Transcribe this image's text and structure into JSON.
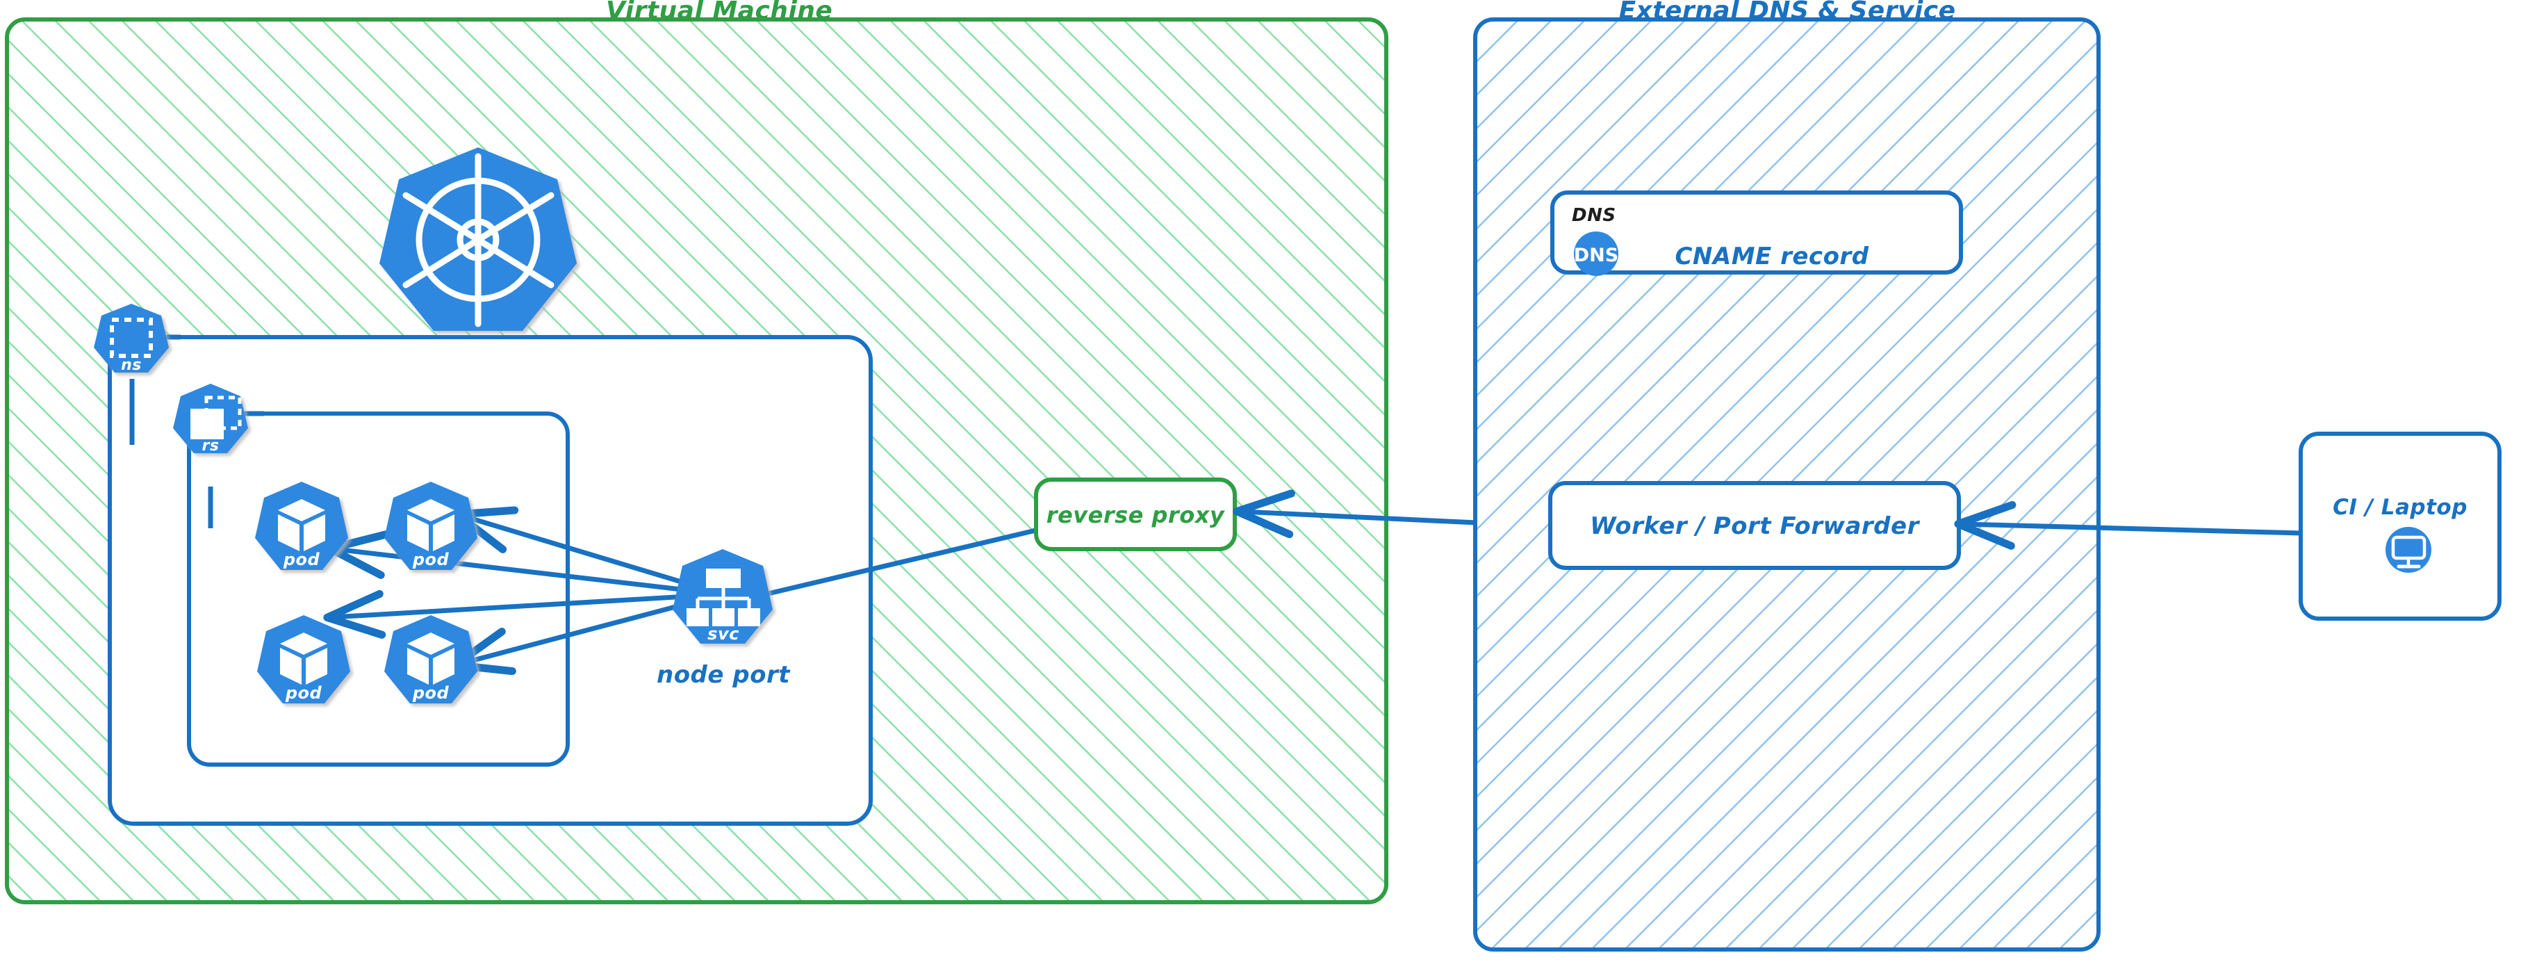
{
  "diagram": {
    "title_left": "Virtual Machine",
    "title_right": "External DNS & Service",
    "colors": {
      "green": "#2f9e44",
      "green_hatch": "#8ce0a8",
      "blue": "#1971c2",
      "blue_hatch": "#90c2f0",
      "k8s_blue": "#2f88df",
      "white": "#ffffff",
      "black": "#1e1e1e"
    }
  },
  "vm_panel": {
    "label": "Virtual Machine",
    "namespace_badge": {
      "label": "ns",
      "icon": "namespace-icon"
    },
    "replicaset_badge": {
      "label": "rs",
      "icon": "replicaset-icon"
    },
    "k8s_logo": {
      "label": "kubernetes-logo",
      "icon": "kubernetes-wheel-icon"
    },
    "pods": [
      {
        "label": "pod",
        "icon": "pod-cube-icon"
      },
      {
        "label": "pod",
        "icon": "pod-cube-icon"
      },
      {
        "label": "pod",
        "icon": "pod-cube-icon"
      },
      {
        "label": "pod",
        "icon": "pod-cube-icon"
      }
    ],
    "service": {
      "badge_label": "svc",
      "caption": "node port",
      "icon": "service-tree-icon"
    },
    "reverse_proxy": {
      "label": "reverse proxy"
    }
  },
  "dns_panel": {
    "label": "External DNS & Service",
    "dns_card": {
      "group_label": "DNS",
      "badge_label": "DNS",
      "title": "CNAME record",
      "icon": "dns-circle-icon"
    },
    "worker_card": {
      "label": "Worker / Port Forwarder"
    }
  },
  "client": {
    "card": {
      "label": "CI / Laptop",
      "icon": "monitor-icon"
    }
  },
  "connections": [
    {
      "from": "service",
      "to": "pod-1",
      "arrow": "single"
    },
    {
      "from": "service",
      "to": "pod-2",
      "arrow": "single"
    },
    {
      "from": "service",
      "to": "pod-3",
      "arrow": "single"
    },
    {
      "from": "service",
      "to": "pod-4",
      "arrow": "single"
    },
    {
      "from": "reverse-proxy",
      "to": "service",
      "arrow": "single"
    },
    {
      "from": "worker-port-forwarder",
      "to": "reverse-proxy",
      "arrow": "single"
    },
    {
      "from": "ci-laptop",
      "to": "worker-port-forwarder",
      "arrow": "single"
    }
  ]
}
